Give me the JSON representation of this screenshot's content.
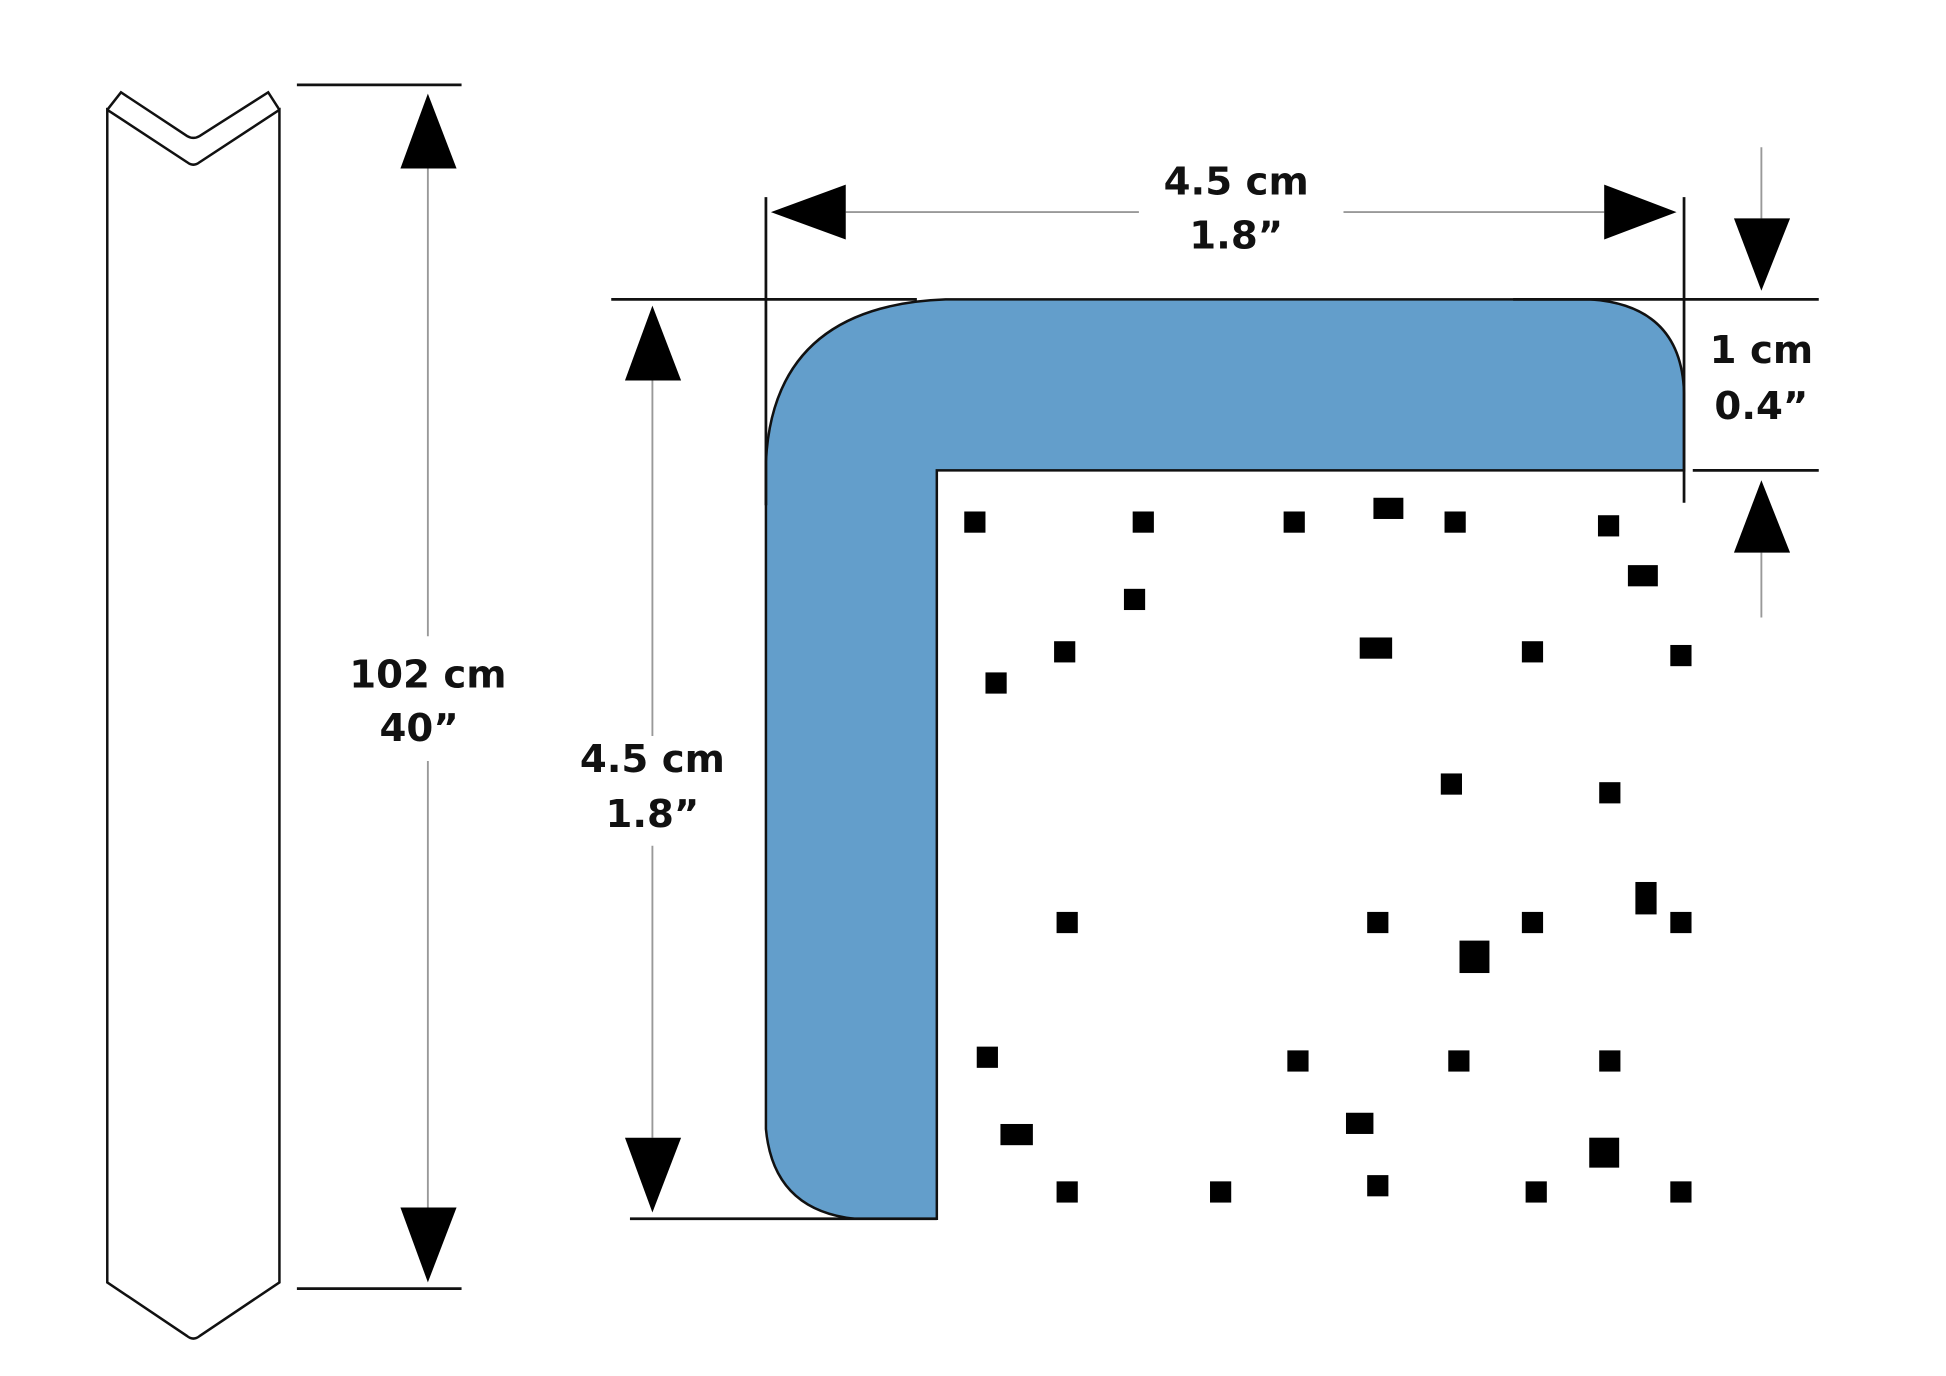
{
  "colors": {
    "profile_fill": "#639ecb",
    "outline": "#111111",
    "dimension_line": "#999999"
  },
  "dimensions": {
    "length": {
      "cm": "102 cm",
      "inch": "40”"
    },
    "width_top": {
      "cm": "4.5 cm",
      "inch": "1.8”"
    },
    "width_side": {
      "cm": "4.5 cm",
      "inch": "1.8”"
    },
    "thickness": {
      "cm": "1 cm",
      "inch": "0.4”"
    }
  }
}
